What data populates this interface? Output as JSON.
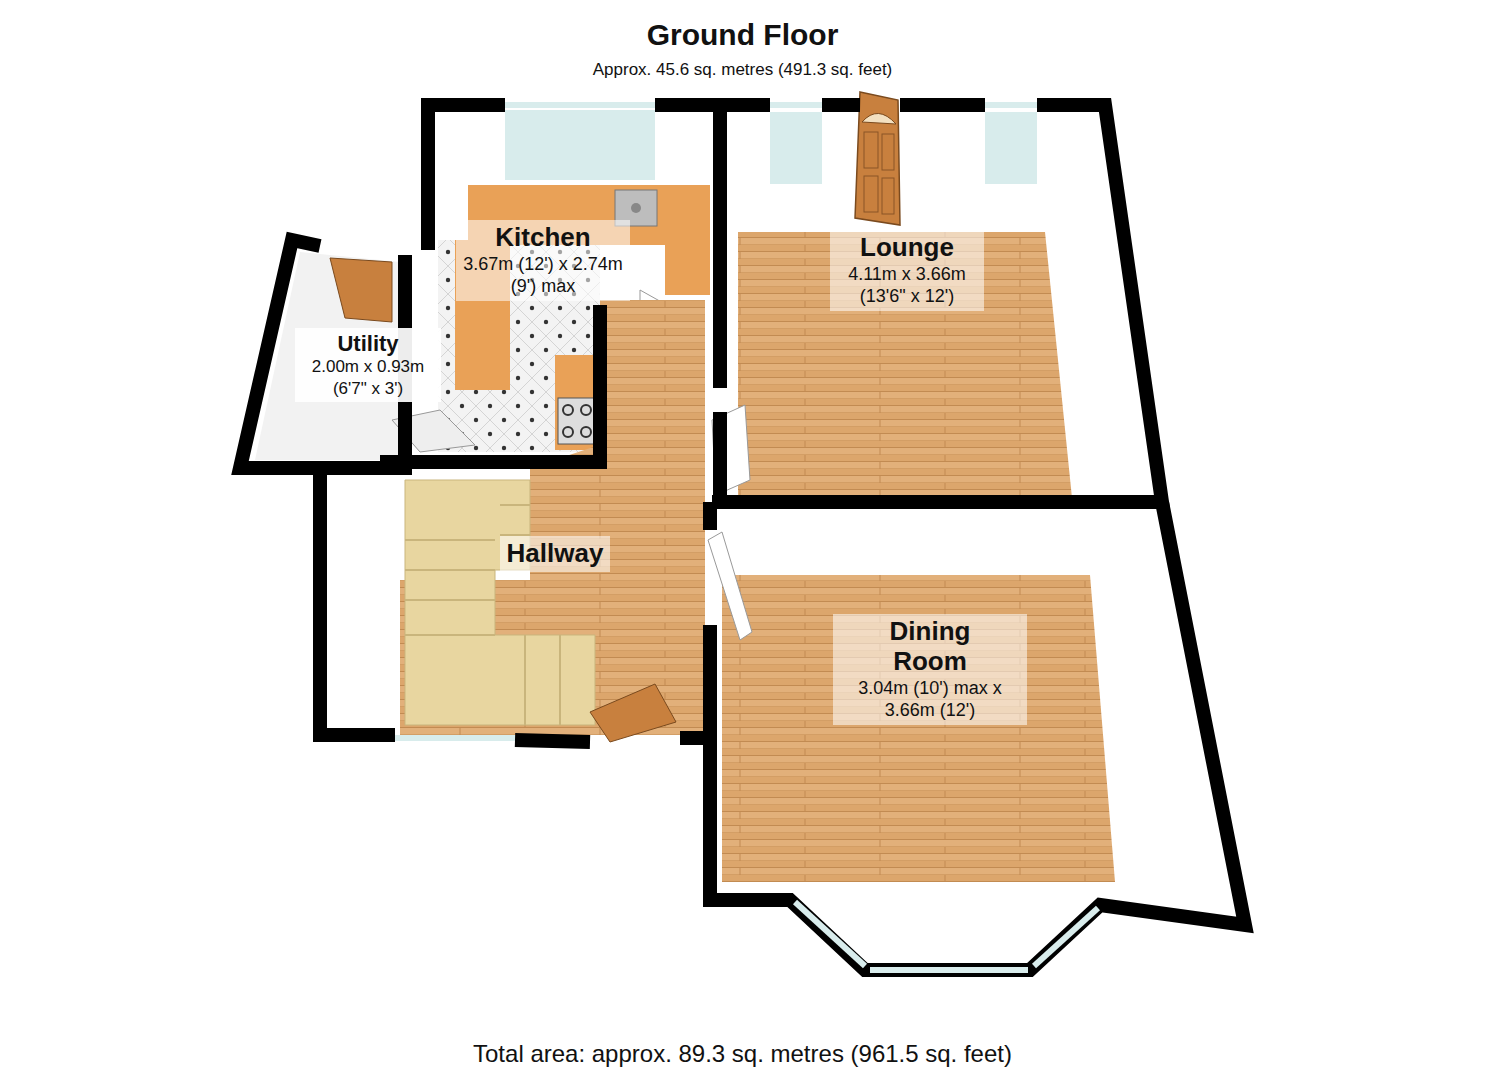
{
  "diagram": {
    "title": "Ground Floor",
    "caption": "Total area: approx. 89.3 sq. metres (961.5 sq. feet)",
    "nodes": [
      {
        "text": [
          "Kitchen",
          "3.67m (12') x 2.74m (9') max"
        ]
      },
      {
        "text": [
          "Lounge",
          "4.11m x 3.66m (13'6\" x 12')"
        ]
      },
      {
        "text": [
          "Utility",
          "2.00m x 0.93m (6'7\" x 3')"
        ]
      },
      {
        "text": [
          "Hallway"
        ]
      },
      {
        "text": [
          "Dining Room",
          "3.04m (10') max x 3.66m (12')"
        ]
      }
    ],
    "labels": [
      "Approx. 45.6 sq. metres (491.3 sq. feet)"
    ]
  }
}
